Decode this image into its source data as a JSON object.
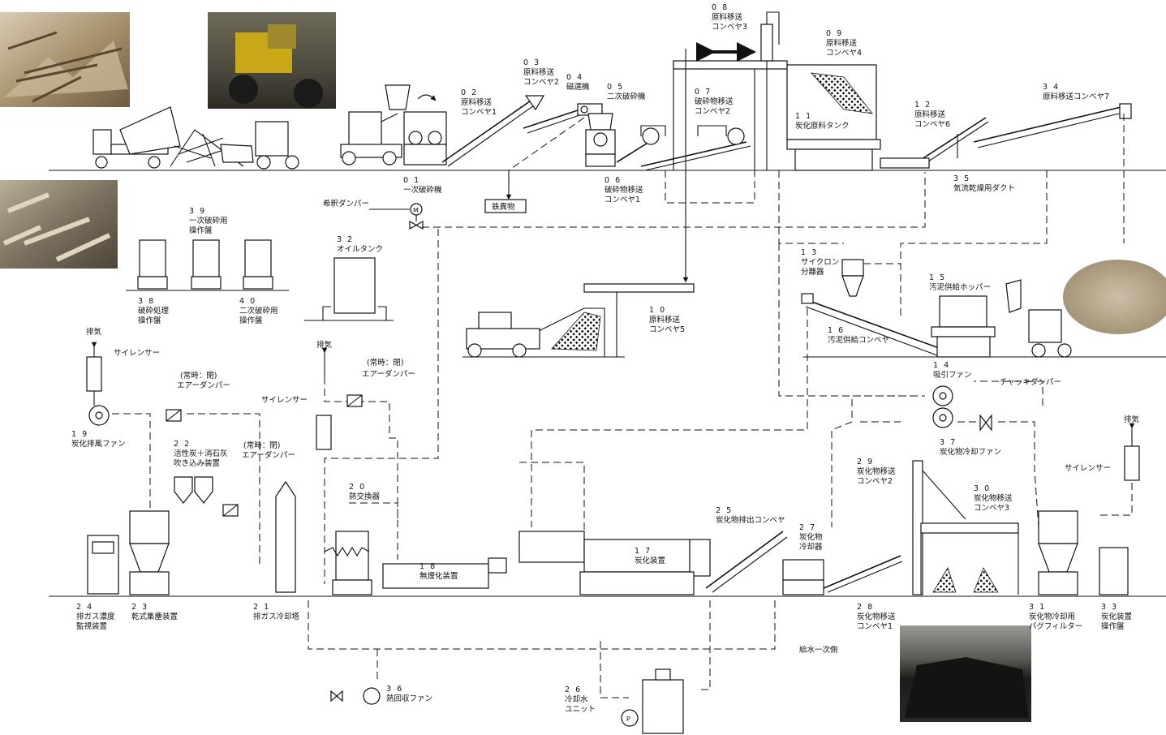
{
  "equipment": [
    {
      "no": "01",
      "name": "一次破砕機"
    },
    {
      "no": "02",
      "name": "原料移送\nコンベヤ1"
    },
    {
      "no": "03",
      "name": "原料移送\nコンベヤ2"
    },
    {
      "no": "04",
      "name": "磁選機"
    },
    {
      "no": "05",
      "name": "二次破砕機"
    },
    {
      "no": "06",
      "name": "破砕物移送\nコンベヤ1"
    },
    {
      "no": "07",
      "name": "破砕物移送\nコンベヤ2"
    },
    {
      "no": "08",
      "name": "原料移送\nコンベヤ3"
    },
    {
      "no": "09",
      "name": "原料移送\nコンベヤ4"
    },
    {
      "no": "10",
      "name": "原料移送\nコンベヤ5"
    },
    {
      "no": "11",
      "name": "炭化原料タンク"
    },
    {
      "no": "12",
      "name": "原料移送\nコンベヤ6"
    },
    {
      "no": "13",
      "name": "サイクロン\n分離器"
    },
    {
      "no": "14",
      "name": "吸引ファン"
    },
    {
      "no": "15",
      "name": "汚泥供給ホッパー"
    },
    {
      "no": "16",
      "name": "汚泥供給コンベヤ"
    },
    {
      "no": "17",
      "name": "炭化装置"
    },
    {
      "no": "18",
      "name": "無煙化装置"
    },
    {
      "no": "19",
      "name": "炭化排風ファン"
    },
    {
      "no": "20",
      "name": "熱交換器"
    },
    {
      "no": "21",
      "name": "排ガス冷却塔"
    },
    {
      "no": "22",
      "name": "活性炭＋消石灰\n吹き込み装置"
    },
    {
      "no": "23",
      "name": "乾式集塵装置"
    },
    {
      "no": "24",
      "name": "排ガス濃度\n監視装置"
    },
    {
      "no": "25",
      "name": "炭化物排出コンベヤ"
    },
    {
      "no": "26",
      "name": "冷却水\nユニット"
    },
    {
      "no": "27",
      "name": "炭化物\n冷却器"
    },
    {
      "no": "28",
      "name": "炭化物移送\nコンベヤ1"
    },
    {
      "no": "29",
      "name": "炭化物移送\nコンベヤ2"
    },
    {
      "no": "30",
      "name": "炭化物移送\nコンベヤ3"
    },
    {
      "no": "31",
      "name": "炭化物冷却用\nバグフィルター"
    },
    {
      "no": "32",
      "name": "オイルタンク"
    },
    {
      "no": "33",
      "name": "炭化装置\n操作盤"
    },
    {
      "no": "34",
      "name": "原料移送コンベヤ7"
    },
    {
      "no": "35",
      "name": "気流乾燥用ダクト"
    },
    {
      "no": "36",
      "name": "熱回収ファン"
    },
    {
      "no": "37",
      "name": "炭化物冷却ファン"
    },
    {
      "no": "38",
      "name": "破砕処理\n操作盤"
    },
    {
      "no": "39",
      "name": "一次破砕用\n操作盤"
    },
    {
      "no": "40",
      "name": "二次破砕用\n操作盤"
    }
  ],
  "annotations": {
    "iron": "鉄異物",
    "dilution_damper": "希釈ダンパー",
    "motor": "M",
    "exhaust_left": "排気",
    "exhaust_mid": "排気",
    "exhaust_right": "排気",
    "silencer_left": "サイレンサー",
    "silencer_mid": "サイレンサー",
    "silencer_right": "サイレンサー",
    "air_damper_a_state": "(常時：閉)",
    "air_damper_a": "エアーダンパー",
    "air_damper_b_state": "(常時：閉)",
    "air_damper_b": "エアーダンパー",
    "air_damper_c_state": "(常時：閉)",
    "air_damper_c": "エアーダンパー",
    "chakki_damper": "チャッキダンパー",
    "water_supply": "給水一次側",
    "pump": "P"
  },
  "photos": [
    {
      "id": "wood-debris",
      "color": "#a89478"
    },
    {
      "id": "wheel-loader",
      "color": "#8a7a40"
    },
    {
      "id": "wood-chips",
      "color": "#8a8068"
    },
    {
      "id": "sludge",
      "color": "#b8a88c"
    },
    {
      "id": "charcoal-pile",
      "color": "#2e2a26"
    }
  ]
}
